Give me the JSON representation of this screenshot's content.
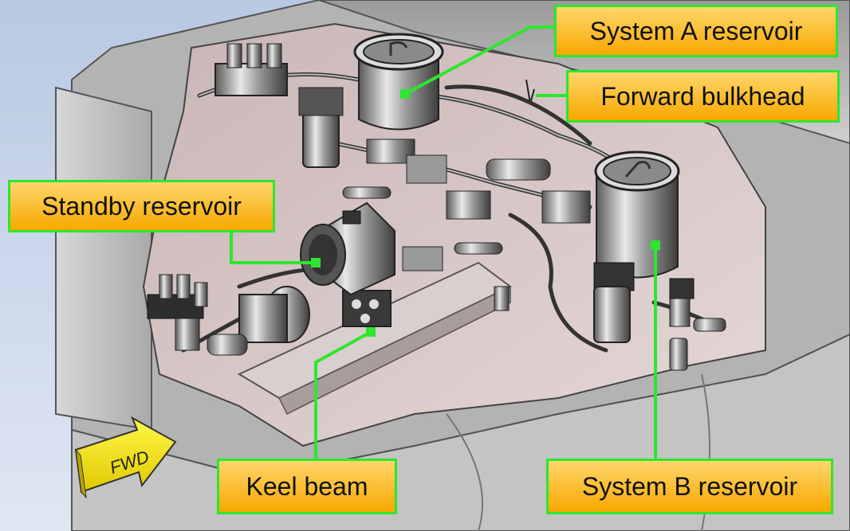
{
  "callouts": {
    "system_a_reservoir": "System A reservoir",
    "forward_bulkhead": "Forward bulkhead",
    "standby_reservoir": "Standby reservoir",
    "keel_beam": "Keel beam",
    "system_b_reservoir": "System B reservoir"
  },
  "direction_arrow": {
    "label": "FWD",
    "icon": "forward-arrow-icon"
  },
  "colors": {
    "callout_border": "#2ee62e",
    "callout_fill_top": "#ffd66b",
    "callout_fill_bottom": "#f7a800",
    "leader_line": "#2ee62e",
    "background": "#c9d6ea",
    "arrow_fill": "#f5e800"
  }
}
